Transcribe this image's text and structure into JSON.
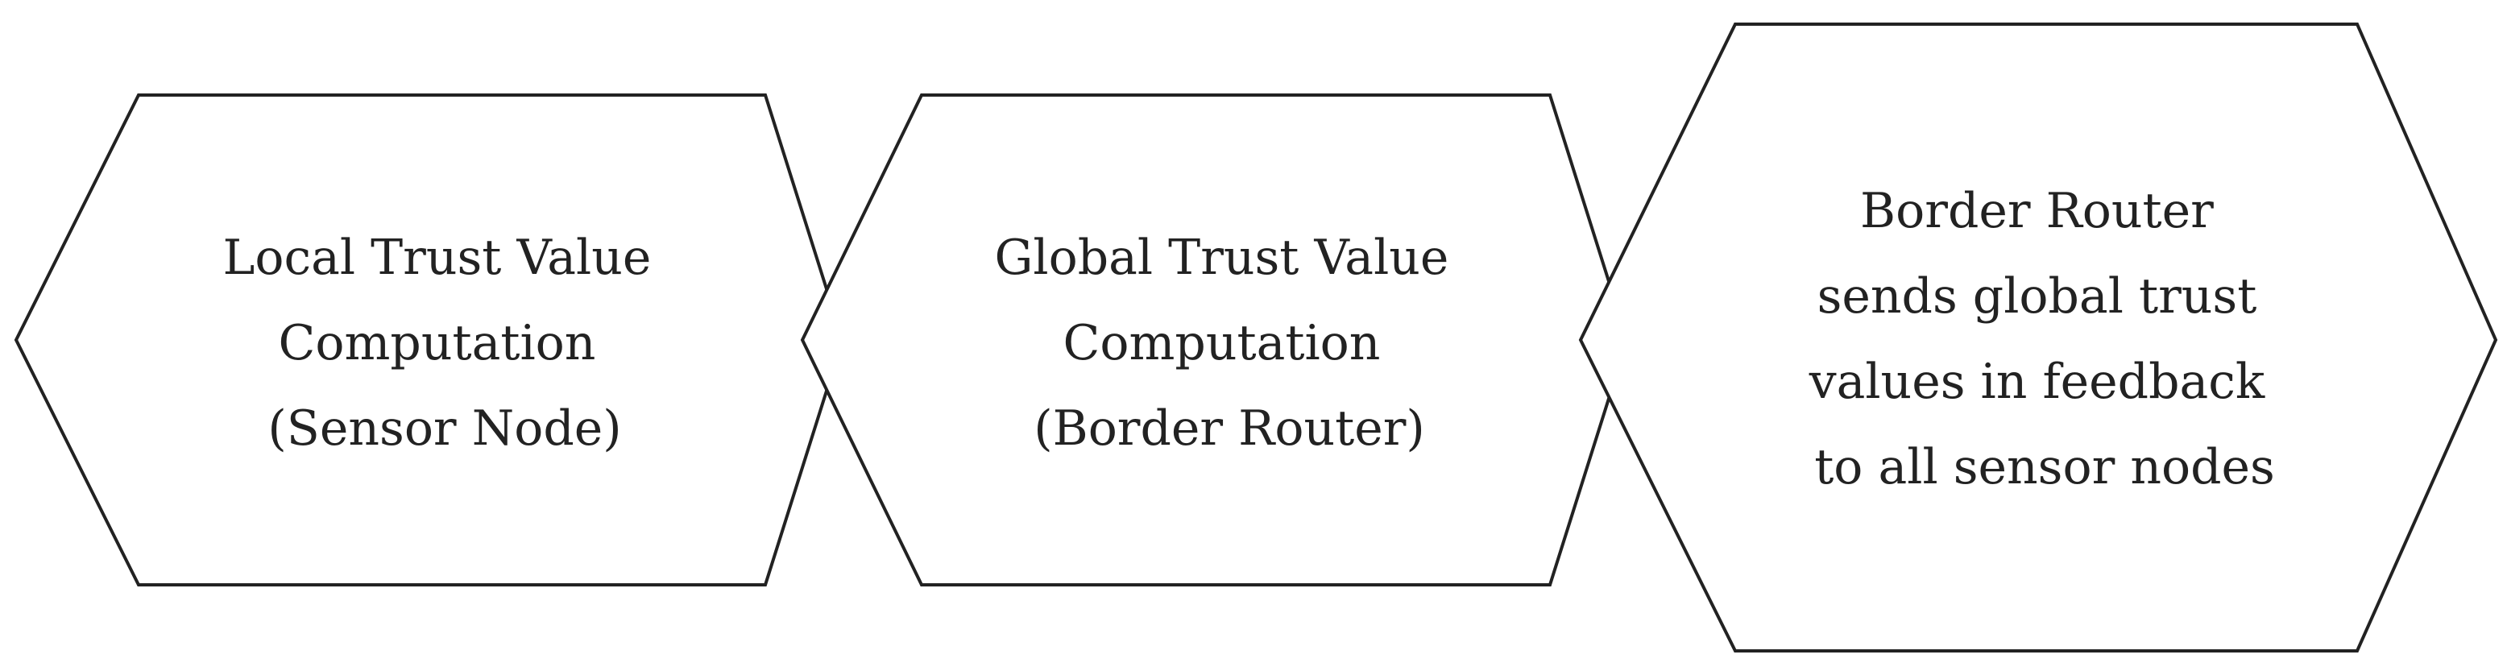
{
  "diagram": {
    "steps": [
      {
        "id": "local-trust",
        "lines": [
          "Local Trust Value",
          "Computation",
          "(Sensor Node)"
        ]
      },
      {
        "id": "global-trust",
        "lines": [
          "Global Trust Value",
          "Computation",
          "(Border Router)"
        ]
      },
      {
        "id": "feedback",
        "lines": [
          "Border Router",
          "sends global trust",
          "values in feedback",
          "to all sensor nodes"
        ]
      }
    ],
    "colors": {
      "stroke": "#222222",
      "text": "#222222",
      "fill": "#ffffff"
    }
  }
}
